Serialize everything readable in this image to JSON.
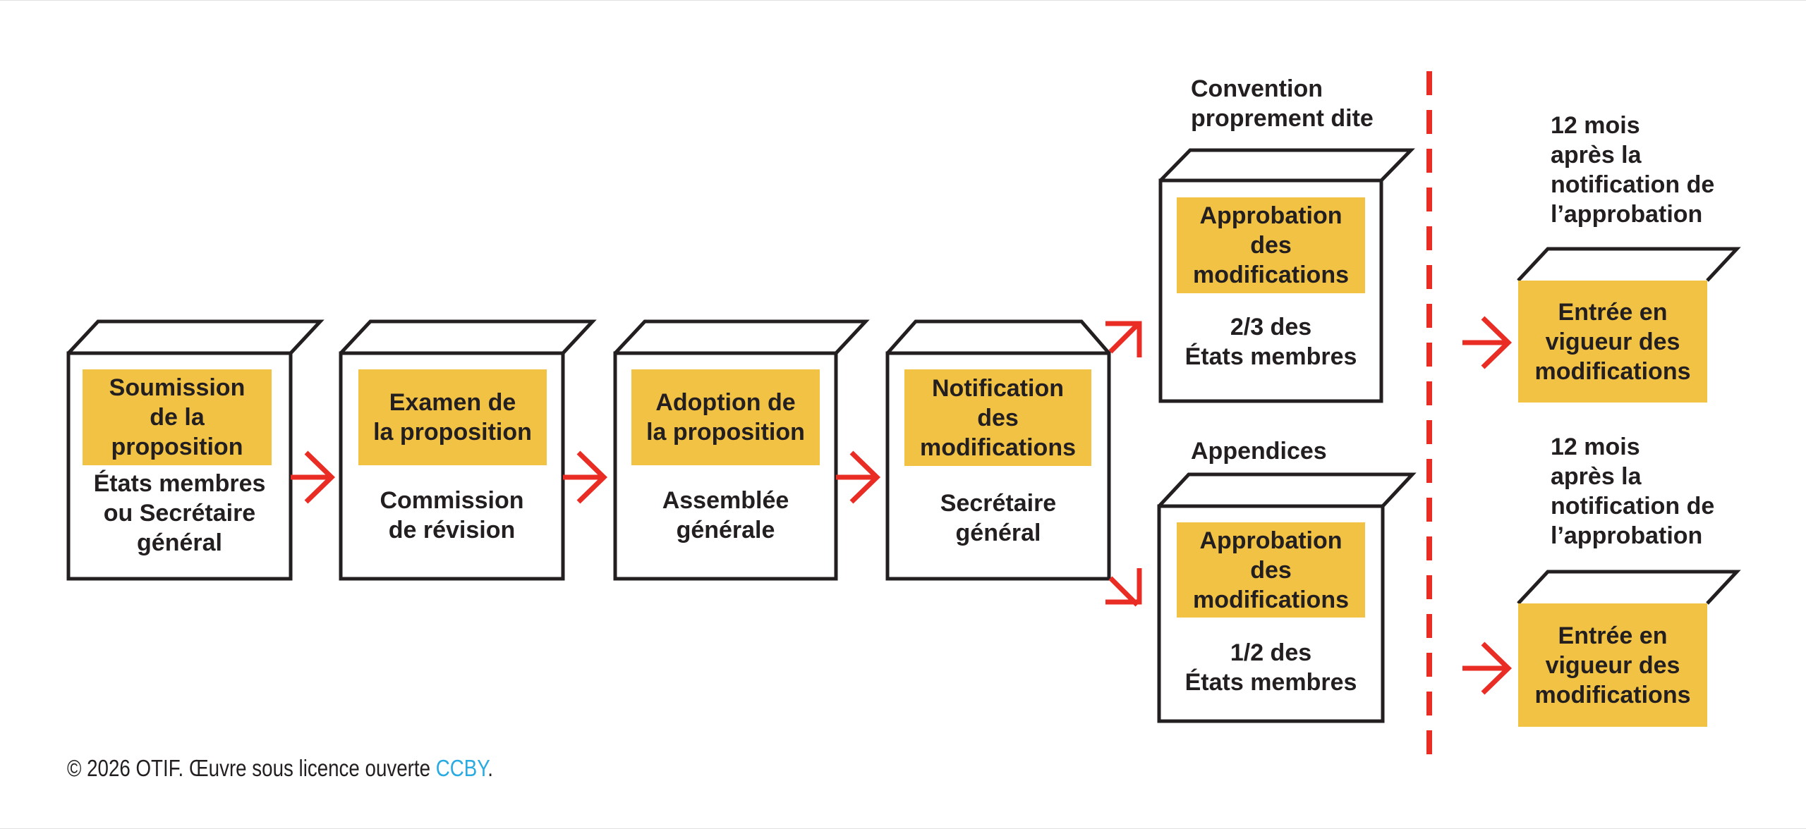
{
  "flow": {
    "stages": [
      {
        "step": "Soumission\nde la\nproposition",
        "actor": "États membres\nou Secrétaire\ngénéral"
      },
      {
        "step": "Examen de\nla proposition",
        "actor": "Commission\nde révision"
      },
      {
        "step": "Adoption de\nla proposition",
        "actor": "Assemblée\ngénérale"
      },
      {
        "step": "Notification\ndes\nmodifications",
        "actor": "Secrétaire\ngénéral"
      }
    ],
    "branches": [
      {
        "heading": "Convention\nproprement dite",
        "step": "Approbation\ndes\nmodifications",
        "quorum": "2/3 des\nÉtats membres"
      },
      {
        "heading": "Appendices",
        "step": "Approbation\ndes\nmodifications",
        "quorum": "1/2 des\nÉtats membres"
      }
    ],
    "outcomes": [
      {
        "delay": "12 mois\naprès la\nnotification de\nl’approbation",
        "result": "Entrée en\nvigueur des\nmodifications"
      },
      {
        "delay": "12 mois\naprès la\nnotification de\nl’approbation",
        "result": "Entrée en\nvigueur des\nmodifications"
      }
    ]
  },
  "footer": {
    "copyright": "© 2026 OTIF. Œuvre sous licence ouverte",
    "license_link": "CCBY",
    "suffix": "."
  },
  "colors": {
    "accent_yellow": "#F2C245",
    "arrow_red": "#E92D25",
    "line_black": "#231F20",
    "link_blue": "#29ABE2"
  }
}
